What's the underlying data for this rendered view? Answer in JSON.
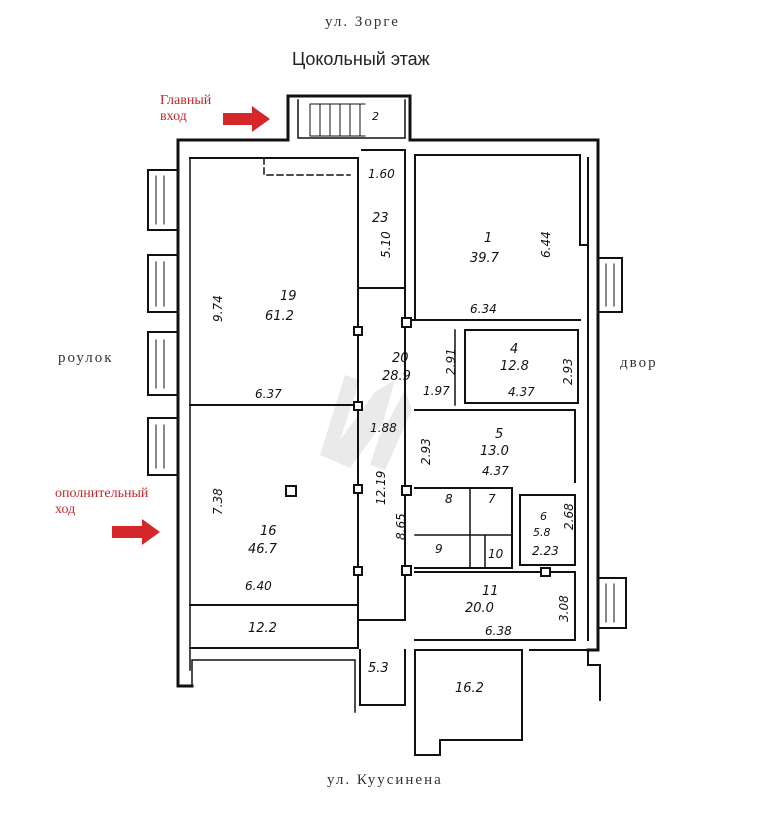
{
  "streets": {
    "top": "ул. Зорге",
    "bottom": "ул. Куусинена",
    "left": "роулок",
    "right": "двор"
  },
  "title": "Цокольный этаж",
  "entrances": {
    "main": "Главный вход",
    "main_line1": "Главный",
    "main_line2": "вход",
    "extra_line1": "ополнительный",
    "extra_line2": "ход"
  },
  "rooms": [
    {
      "num": "1",
      "area": "39.7"
    },
    {
      "num": "2",
      "area": ""
    },
    {
      "num": "4",
      "area": "12.8"
    },
    {
      "num": "5",
      "area": "13.0"
    },
    {
      "num": "6",
      "area": "5.8"
    },
    {
      "num": "7",
      "area": ""
    },
    {
      "num": "8",
      "area": ""
    },
    {
      "num": "9",
      "area": ""
    },
    {
      "num": "10",
      "area": ""
    },
    {
      "num": "11",
      "area": "20.0"
    },
    {
      "num": "16",
      "area": "46.7"
    },
    {
      "num": "19",
      "area": "61.2"
    },
    {
      "num": "20",
      "area": "28.9"
    },
    {
      "num": "23",
      "area": ""
    }
  ],
  "unnumbered_areas": [
    "12.2",
    "5.3",
    "16.2"
  ],
  "dimensions": [
    "1.60",
    "5.10",
    "6.44",
    "6.34",
    "9.74",
    "6.37",
    "2.91",
    "1.97",
    "2.93",
    "4.37",
    "1.88",
    "12.19",
    "2.93",
    "4.37",
    "7.38",
    "8.65",
    "2.68",
    "2.23",
    "6.40",
    "3.08",
    "6.38"
  ],
  "colors": {
    "arrow": "#d5262c",
    "wall": "#111111",
    "label": "#c0272d"
  }
}
